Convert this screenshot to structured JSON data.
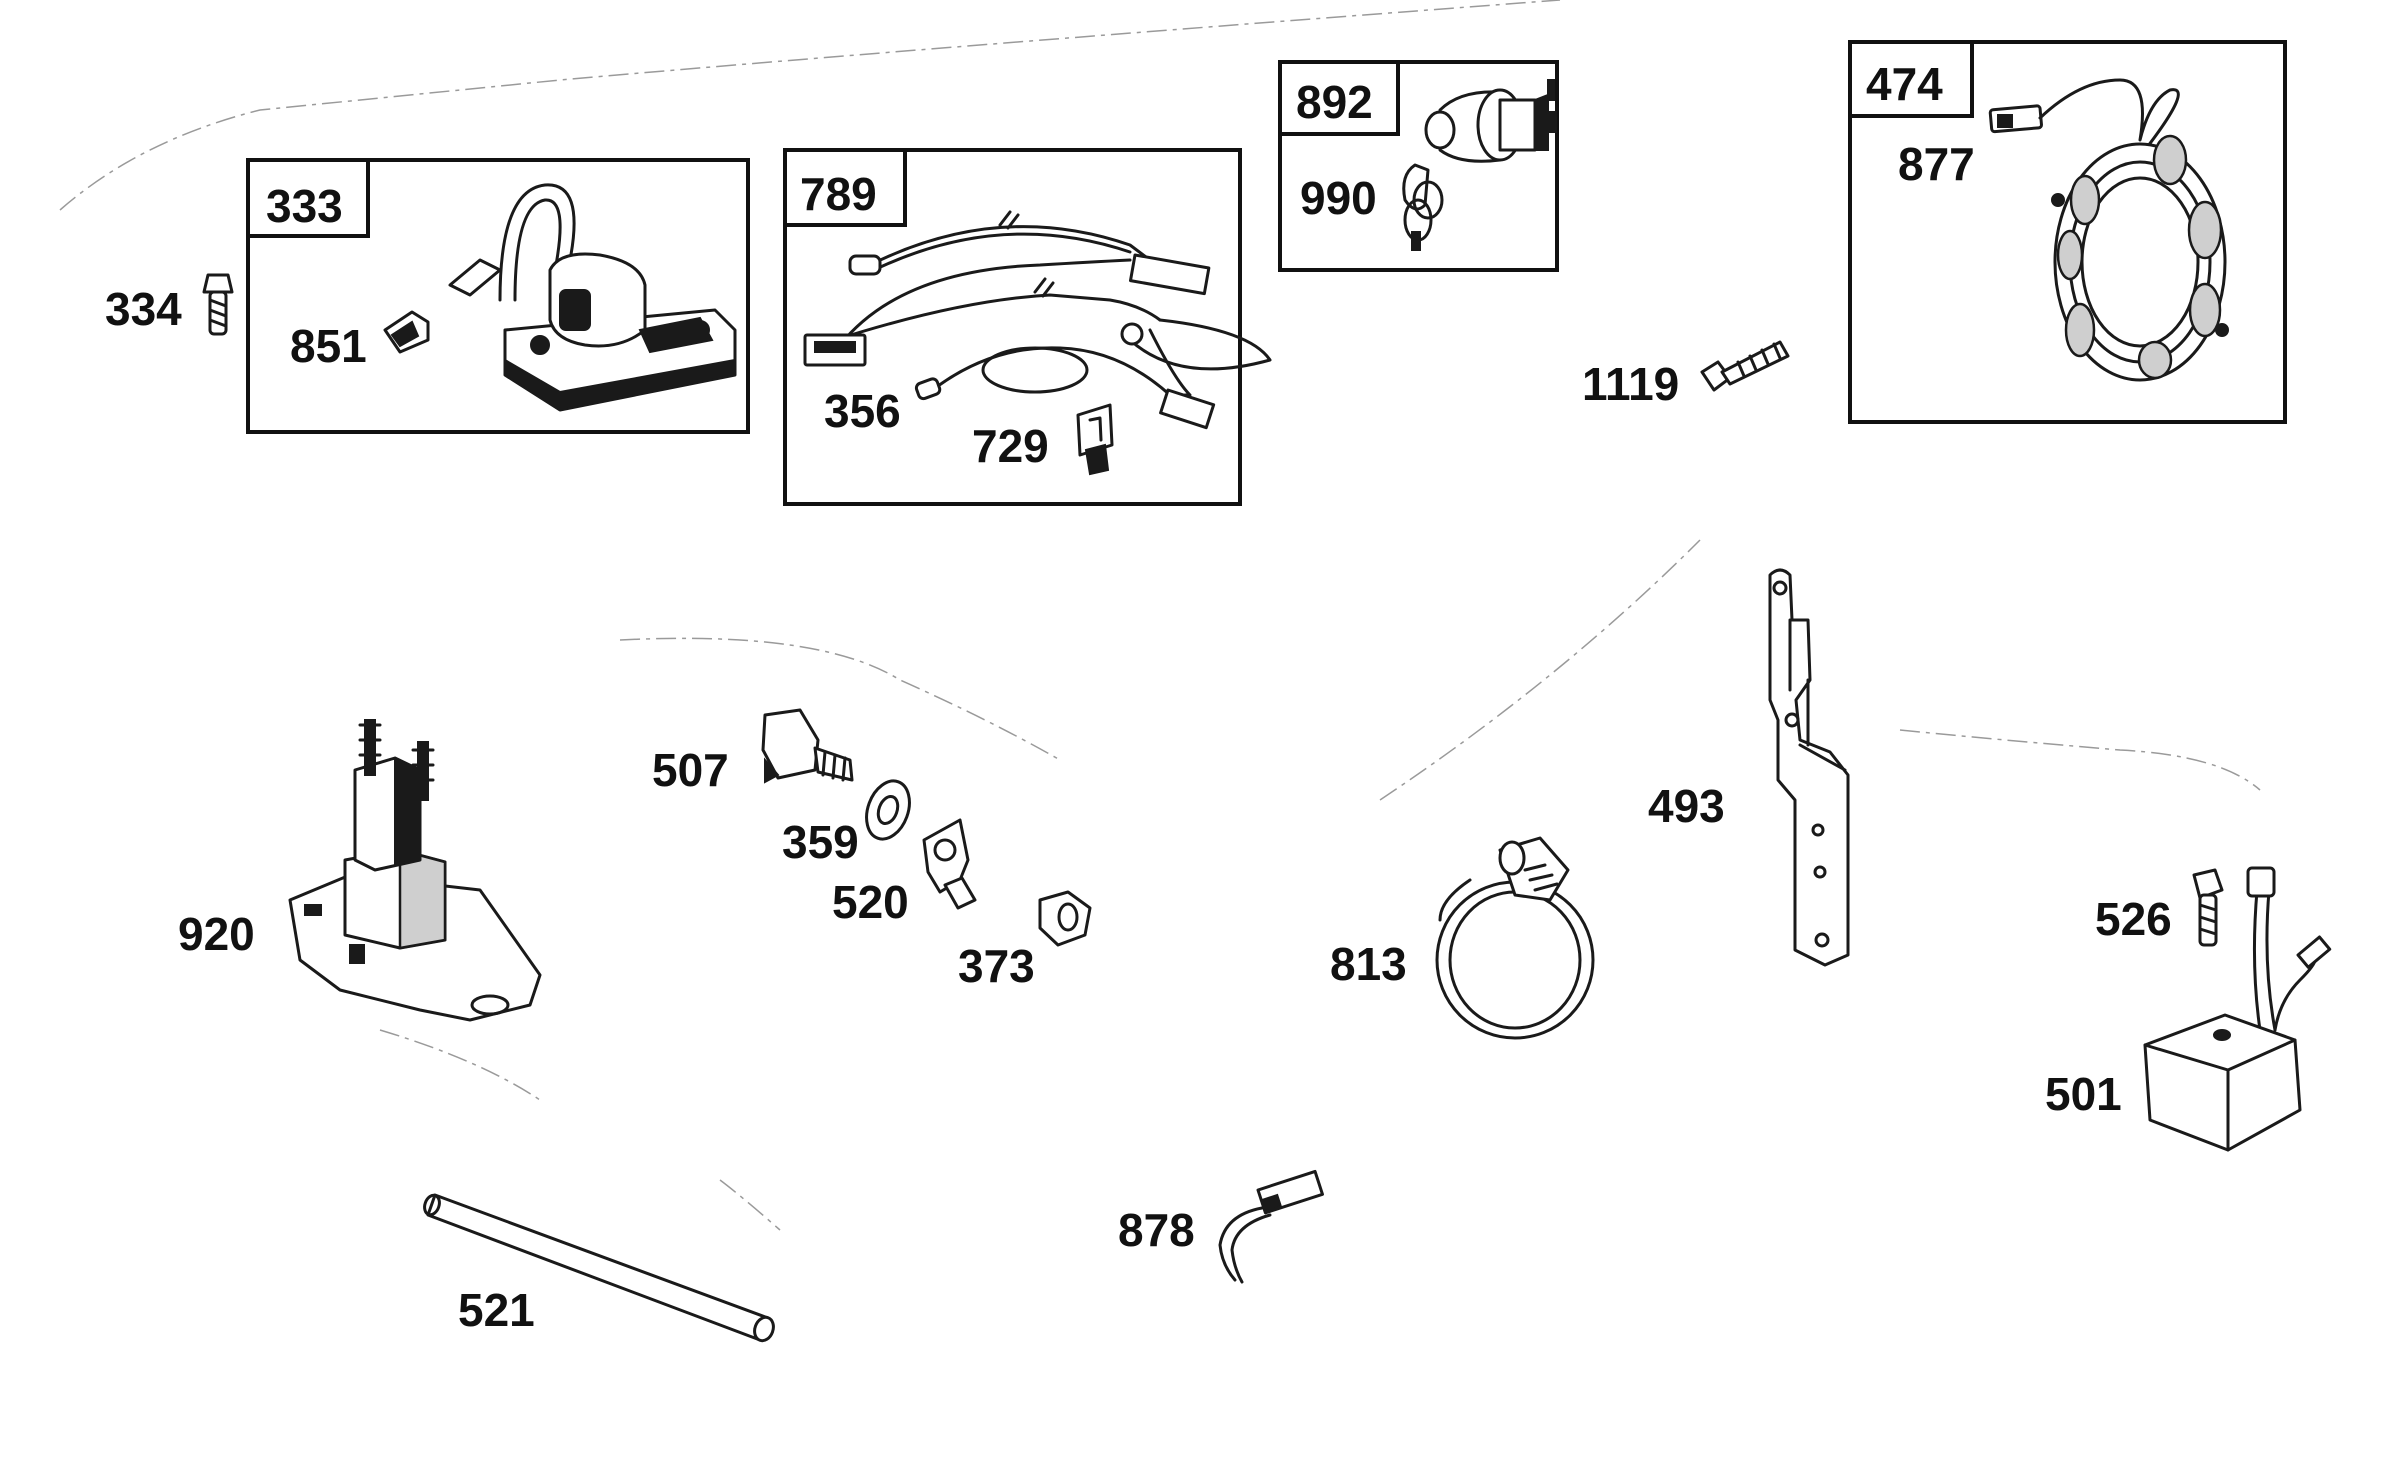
{
  "kit_labels": {
    "k333": "333",
    "k789": "789",
    "k892": "892",
    "k474": "474"
  },
  "part_labels": {
    "p334": "334",
    "p851": "851",
    "p356": "356",
    "p729": "729",
    "p990": "990",
    "p877": "877",
    "p1119": "1119",
    "p920": "920",
    "p507": "507",
    "p359": "359",
    "p520": "520",
    "p373": "373",
    "p493": "493",
    "p813": "813",
    "p526": "526",
    "p501": "501",
    "p521": "521",
    "p878": "878"
  },
  "colors": {
    "ink": "#1a1a1a",
    "paper": "#ffffff",
    "shade": "#cfcfcf"
  }
}
